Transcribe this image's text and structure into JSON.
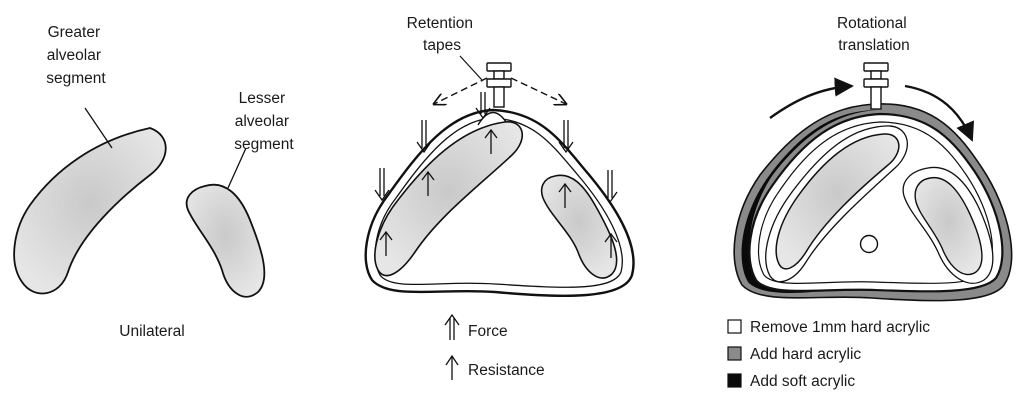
{
  "panel_left": {
    "greater_label": [
      "Greater",
      "alveolar",
      "segment"
    ],
    "lesser_label": [
      "Lesser",
      "alveolar",
      "segment"
    ],
    "caption": "Unilateral"
  },
  "panel_middle": {
    "retention_label": [
      "Retention",
      "tapes"
    ],
    "legend": [
      {
        "text": "Force",
        "arrow": "double-arrow-icon"
      },
      {
        "text": "Resistance",
        "arrow": "single-arrow-icon"
      }
    ]
  },
  "panel_right": {
    "rotation_label": [
      "Rotational",
      "translation"
    ],
    "legend": [
      {
        "text": "Remove 1mm hard acrylic",
        "swatch_color": "#ffffff"
      },
      {
        "text": "Add hard acrylic",
        "swatch_color": "#8a8a8a"
      },
      {
        "text": "Add soft acrylic",
        "swatch_color": "#0a0a0a"
      }
    ]
  },
  "colors": {
    "segment_fill": "#d7d7d7",
    "hard_acrylic": "#8a8a8a",
    "soft_acrylic": "#0a0a0a",
    "outline": "#111111"
  }
}
